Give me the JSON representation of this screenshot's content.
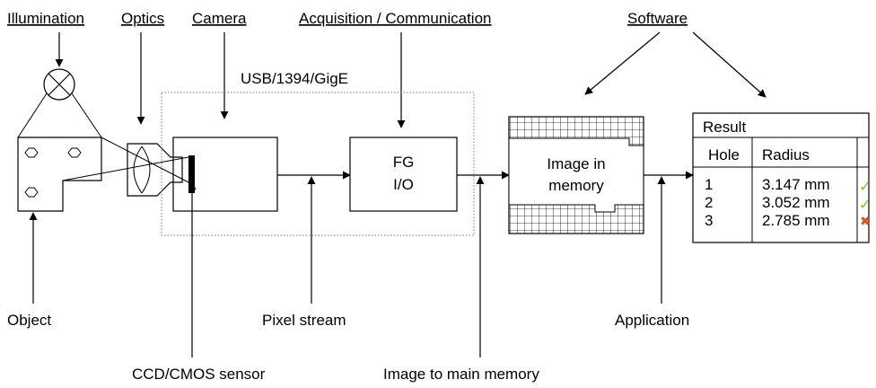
{
  "headers": {
    "illumination": "Illumination",
    "optics": "Optics",
    "camera": "Camera",
    "acquisition": "Acquisition / Communication",
    "software": "Software"
  },
  "interface_label": "USB/1394/GigE",
  "fg_box": {
    "line1": "FG",
    "line2": "I/O"
  },
  "memory_box": {
    "line1": "Image in",
    "line2": "memory"
  },
  "result_table": {
    "title": "Result",
    "columns": [
      "Hole",
      "Radius",
      ""
    ],
    "rows": [
      {
        "hole": "1",
        "radius": "3.147 mm",
        "status": "ok"
      },
      {
        "hole": "2",
        "radius": "3.052 mm",
        "status": "ok"
      },
      {
        "hole": "3",
        "radius": "2.785 mm",
        "status": "fail"
      }
    ],
    "ok_symbol": "✓",
    "fail_symbol": "✖"
  },
  "bottom_labels": {
    "object": "Object",
    "pixel_stream": "Pixel stream",
    "application": "Application",
    "sensor": "CCD/CMOS sensor",
    "image_to_memory": "Image to main memory"
  },
  "colors": {
    "ok": "#7dc52a",
    "fail": "#e0501f"
  }
}
